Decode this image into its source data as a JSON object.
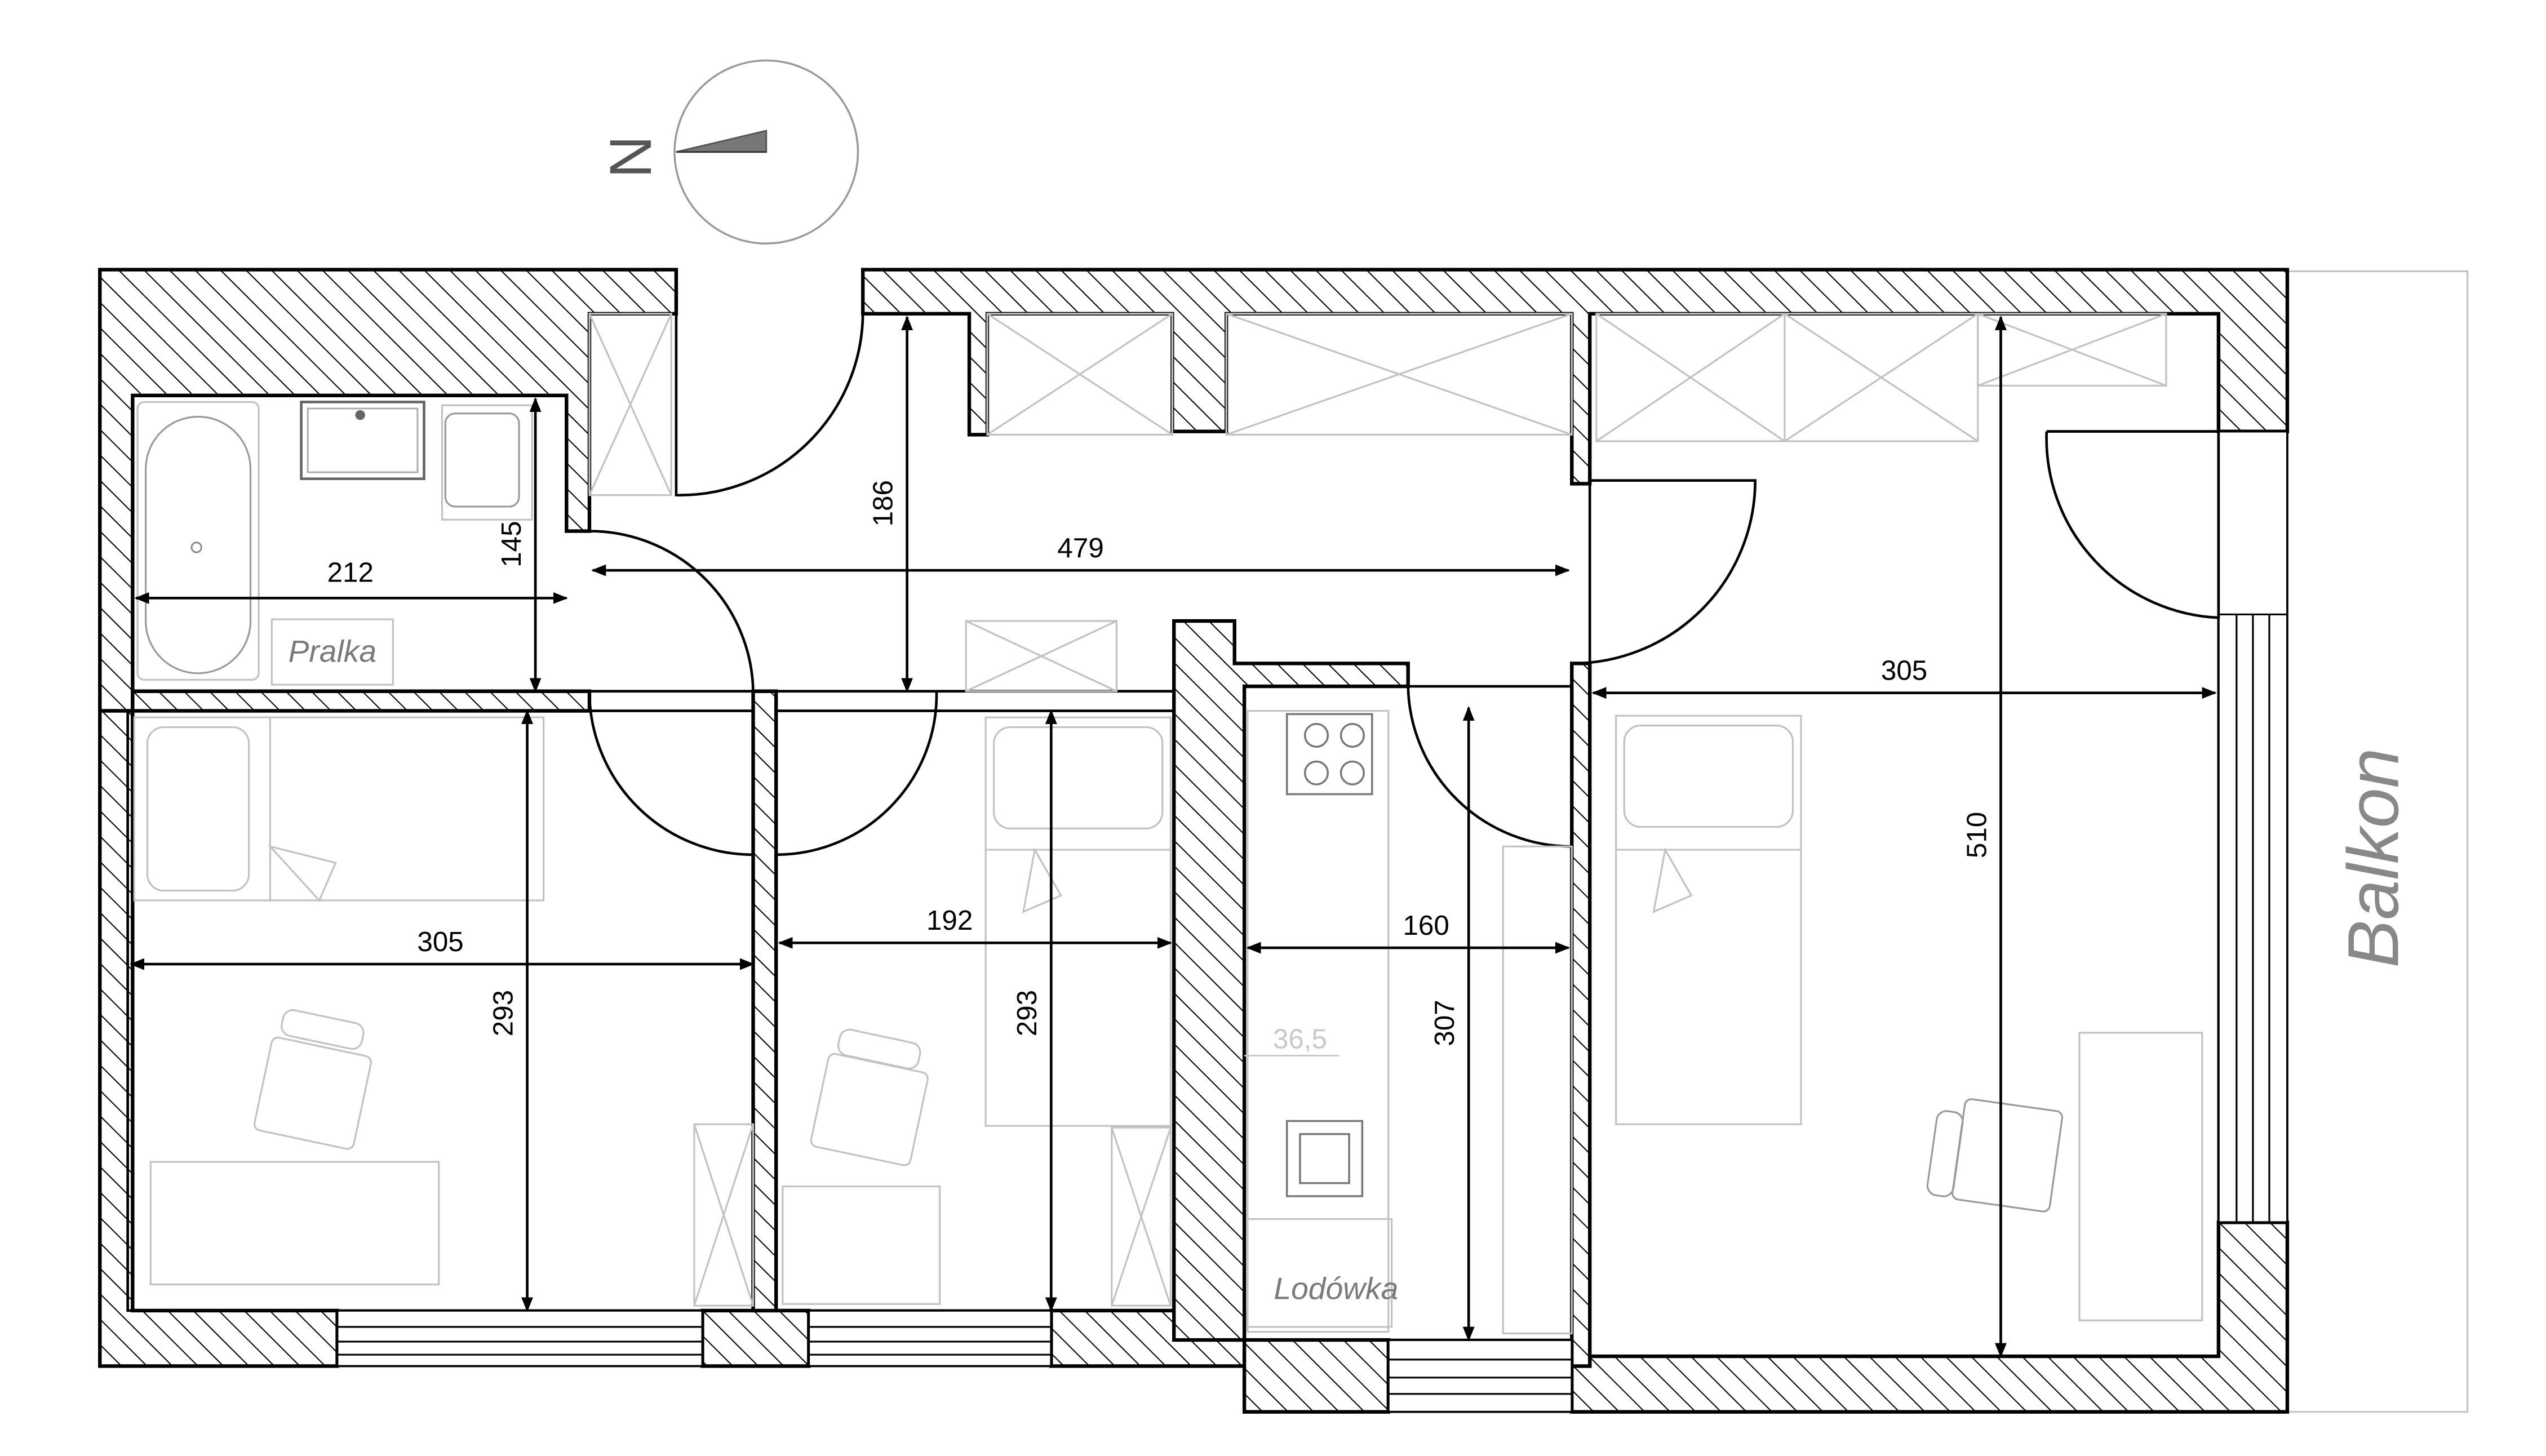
{
  "compass": {
    "label": "N"
  },
  "rooms": {
    "bathroom": {
      "appliance_label": "Pralka",
      "width": "212",
      "depth": "145"
    },
    "hall": {
      "length": "479",
      "depth": "186"
    },
    "bedroom_left": {
      "width": "305",
      "depth": "293"
    },
    "bedroom_middle": {
      "width": "192",
      "depth": "293"
    },
    "kitchen": {
      "width": "160",
      "depth": "307",
      "fridge_label": "Lodówka",
      "counter_height": "36,5"
    },
    "living_room": {
      "width": "305",
      "depth": "510"
    }
  },
  "balcony": {
    "label": "Balkon"
  }
}
